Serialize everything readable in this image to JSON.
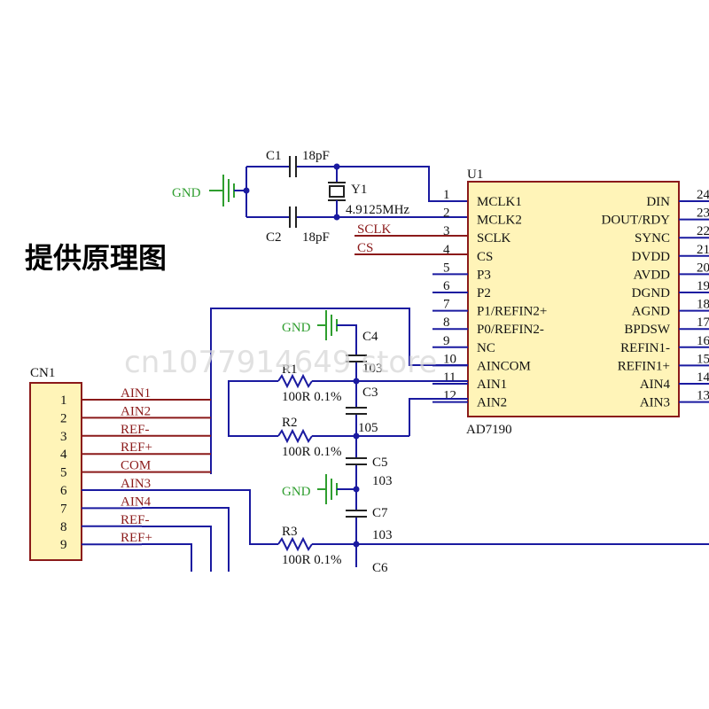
{
  "title": "提供原理图",
  "watermark": "cn1077914649 store",
  "colors": {
    "wire": "#1a1aa0",
    "signal": "#8b1a1a",
    "ground": "#2f9e2f",
    "ic_fill": "#fff4b8"
  },
  "ic": {
    "ref": "U1",
    "part": "AD7190",
    "left_pins": [
      {
        "num": "1",
        "name": "MCLK1"
      },
      {
        "num": "2",
        "name": "MCLK2"
      },
      {
        "num": "3",
        "name": "SCLK"
      },
      {
        "num": "4",
        "name": "CS"
      },
      {
        "num": "5",
        "name": "P3"
      },
      {
        "num": "6",
        "name": "P2"
      },
      {
        "num": "7",
        "name": "P1/REFIN2+"
      },
      {
        "num": "8",
        "name": "P0/REFIN2-"
      },
      {
        "num": "9",
        "name": "NC"
      },
      {
        "num": "10",
        "name": "AINCOM"
      },
      {
        "num": "11",
        "name": "AIN1"
      },
      {
        "num": "12",
        "name": "AIN2"
      }
    ],
    "right_pins": [
      {
        "num": "24",
        "name": "DIN"
      },
      {
        "num": "23",
        "name": "DOUT/RDY"
      },
      {
        "num": "22",
        "name": "SYNC"
      },
      {
        "num": "21",
        "name": "DVDD"
      },
      {
        "num": "20",
        "name": "AVDD"
      },
      {
        "num": "19",
        "name": "DGND"
      },
      {
        "num": "18",
        "name": "AGND"
      },
      {
        "num": "17",
        "name": "BPDSW"
      },
      {
        "num": "16",
        "name": "REFIN1-"
      },
      {
        "num": "15",
        "name": "REFIN1+"
      },
      {
        "num": "14",
        "name": "AIN4"
      },
      {
        "num": "13",
        "name": "AIN3"
      }
    ]
  },
  "connector": {
    "ref": "CN1",
    "pins": [
      {
        "num": "1",
        "net": "AIN1"
      },
      {
        "num": "2",
        "net": "AIN2"
      },
      {
        "num": "3",
        "net": "REF-"
      },
      {
        "num": "4",
        "net": "REF+"
      },
      {
        "num": "5",
        "net": "COM"
      },
      {
        "num": "6",
        "net": "AIN3"
      },
      {
        "num": "7",
        "net": "AIN4"
      },
      {
        "num": "8",
        "net": "REF-"
      },
      {
        "num": "9",
        "net": "REF+"
      }
    ]
  },
  "crystal": {
    "c1_ref": "C1",
    "c1_val": "18pF",
    "c2_ref": "C2",
    "c2_val": "18pF",
    "y_ref": "Y1",
    "y_val": "4.9125MHz",
    "gnd": "GND"
  },
  "nets": {
    "sclk": "SCLK",
    "cs": "CS"
  },
  "gnd_labels": [
    "GND",
    "GND"
  ],
  "passives": {
    "c4_ref": "C4",
    "c4_val": "103",
    "r1_ref": "R1",
    "r1_val": "100R 0.1%",
    "c3_ref": "C3",
    "c3_val": "105",
    "r2_ref": "R2",
    "r2_val": "100R 0.1%",
    "c5_ref": "C5",
    "c5_val": "103",
    "c7_ref": "C7",
    "c7_val": "103",
    "r3_ref": "R3",
    "r3_val": "100R 0.1%",
    "c6_ref": "C6"
  }
}
